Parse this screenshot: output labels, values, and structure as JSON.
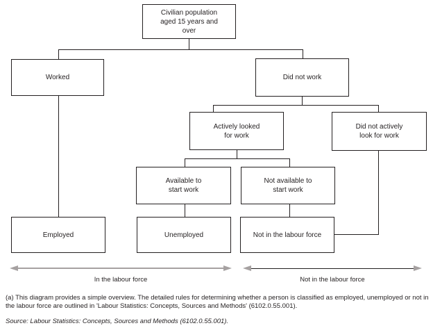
{
  "nodes": {
    "civilian": "Civilian population\naged 15 years and\nover",
    "worked": "Worked",
    "did_not_work": "Did not work",
    "actively_looked": "Actively looked\nfor work",
    "did_not_actively": "Did not actively\nlook for work",
    "available": "Available to\nstart work",
    "not_available": "Not available to\nstart work",
    "employed": "Employed",
    "unemployed": "Unemployed",
    "not_in_labour_force": "Not in the labour force"
  },
  "axis_labels": {
    "in_labour_force": "In the labour force",
    "not_in_labour_force": "Not in the labour force"
  },
  "footnote": "(a) This diagram provides a simple overview. The detailed rules for determining whether a person is classified as employed, unemployed or not in the labour force are outlined in 'Labour Statistics: Concepts, Sources and Methods' (6102.0.55.001).",
  "source": "Source: Labour Statistics: Concepts, Sources and Methods (6102.0.55.001).",
  "colors": {
    "line": "#231f20",
    "arrow_gray": "#a6a1a1",
    "background": "#ffffff"
  }
}
